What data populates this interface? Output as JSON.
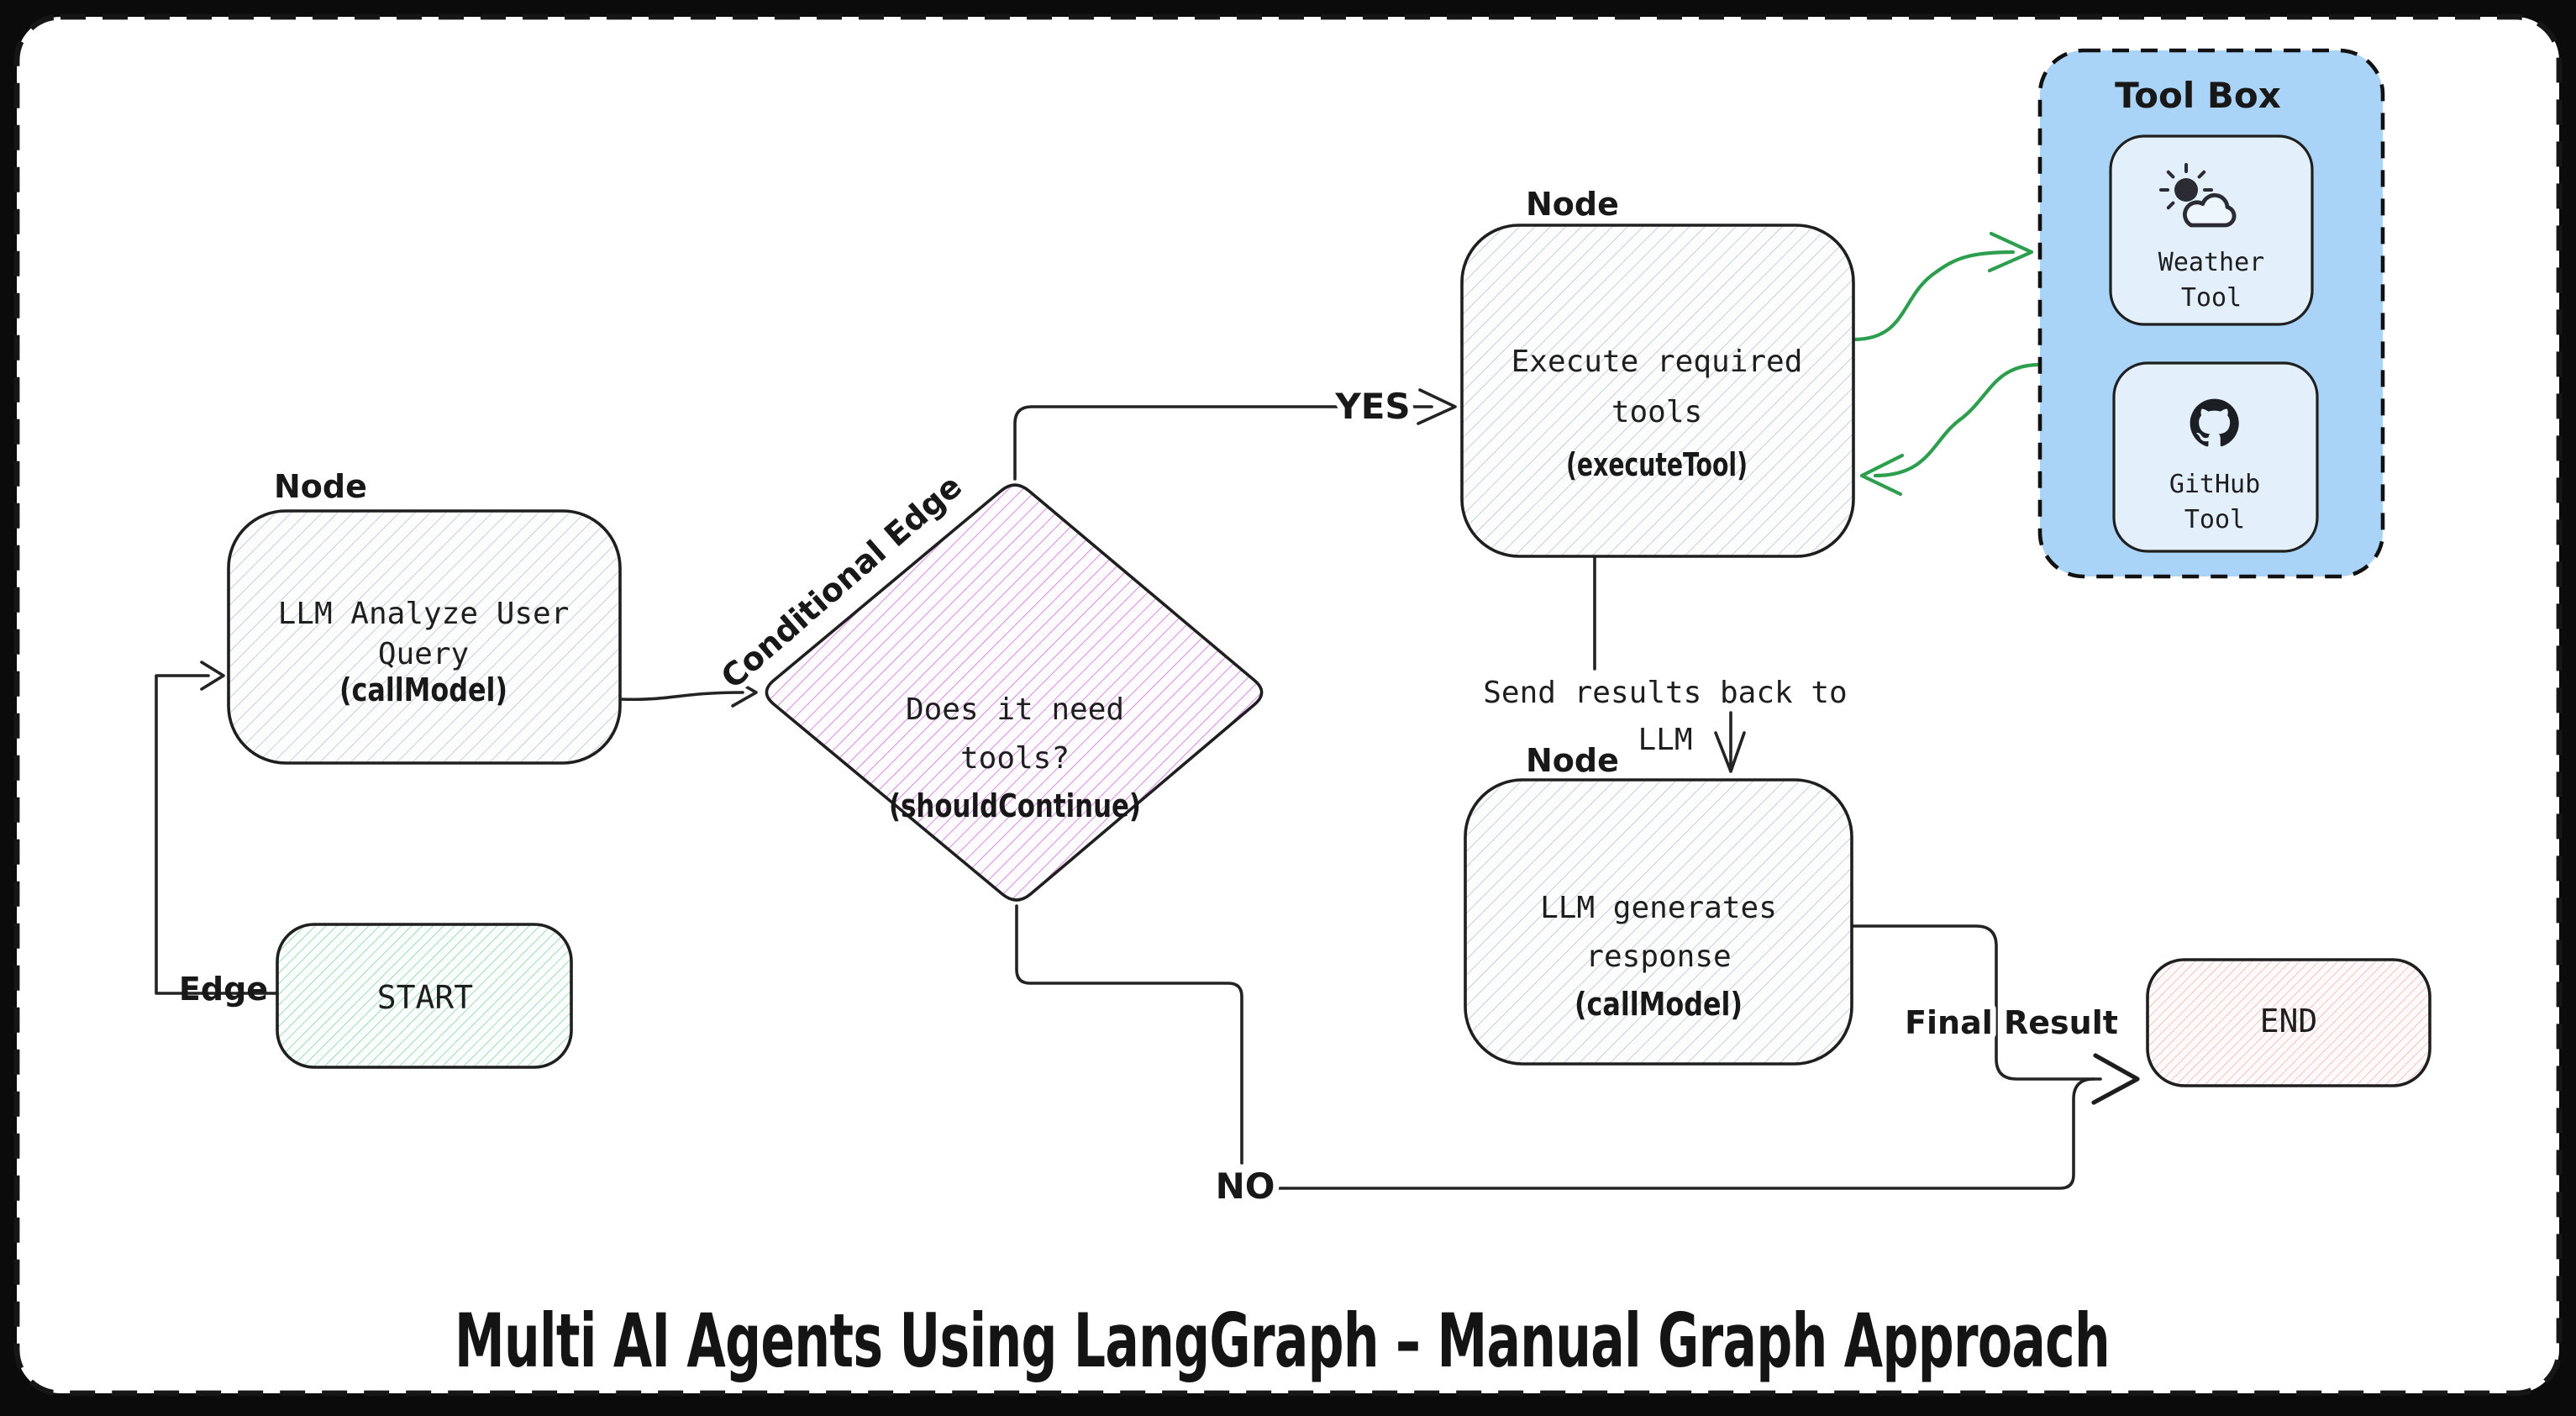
{
  "diagram": {
    "title": "Multi AI Agents Using LangGraph – Manual Graph Approach",
    "labels": {
      "node": "Node",
      "edge": "Edge",
      "conditional_edge": "Conditional Edge",
      "yes": "YES",
      "no": "NO",
      "final_result": "Final Result",
      "send_results_line1": "Send results back to",
      "send_results_line2": "LLM"
    },
    "nodes": {
      "call_model_1": {
        "line1": "LLM Analyze User",
        "line2": "Query",
        "fn": "(callModel)"
      },
      "start": {
        "label": "START"
      },
      "decision": {
        "line1": "Does it need",
        "line2": "tools?",
        "fn": "(shouldContinue)"
      },
      "execute_tool": {
        "line1": "Execute required",
        "line2": "tools",
        "fn": "(executeTool)"
      },
      "call_model_2": {
        "line1": "LLM generates",
        "line2": "response",
        "fn": "(callModel)"
      },
      "end": {
        "label": "END"
      }
    },
    "toolbox": {
      "title": "Tool Box",
      "tools": [
        {
          "icon": "weather-icon",
          "line1": "Weather",
          "line2": "Tool"
        },
        {
          "icon": "github-icon",
          "line1": "GitHub",
          "line2": "Tool"
        }
      ]
    },
    "colors": {
      "frame_bg": "#0b0b0b",
      "canvas_bg": "#ffffff",
      "ink": "#1e1e1e",
      "gray_hatch": "#ccd2dc",
      "green_hatch": "#82d6a6",
      "magenta_hatch": "#da7be4",
      "pink_hatch": "#f2b3b8",
      "toolbox_fill": "#a9d4f7",
      "tool_fill": "#e3f0fc",
      "green_arrow": "#2d9e4e"
    }
  }
}
